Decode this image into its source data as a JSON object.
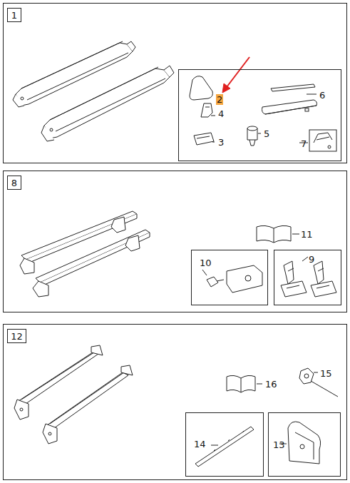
{
  "diagram": {
    "nodes": [
      {
        "text": [
          "1"
        ]
      },
      {
        "text": [
          "2",
          "4",
          "3",
          "5",
          "6",
          "7"
        ]
      },
      {
        "text": [
          "8"
        ]
      },
      {
        "text": [
          "10"
        ]
      },
      {
        "text": [
          "9"
        ]
      },
      {
        "text": [
          "12"
        ]
      },
      {
        "text": [
          "14"
        ]
      },
      {
        "text": [
          "13"
        ]
      }
    ],
    "labels": [
      "11",
      "16",
      "15"
    ]
  }
}
